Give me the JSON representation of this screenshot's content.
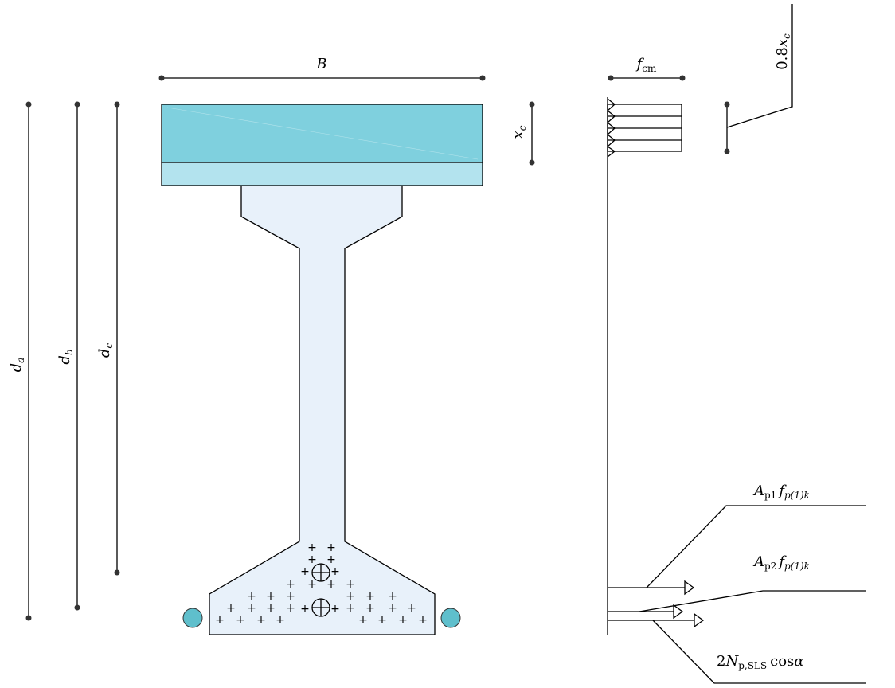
{
  "labels": {
    "B": "B",
    "d_a": "d",
    "d_a_sub": "a",
    "d_b": "d",
    "d_b_sub": "b",
    "d_c": "d",
    "d_c_sub": "c",
    "x_c": "x",
    "x_c_sub": "c",
    "f_cm": "f",
    "f_cm_sub": "cm",
    "x08_prefix": "0.8",
    "x08_var": "x",
    "x08_sub": "c",
    "Ap1_A": "A",
    "Ap1_sub_p1": "p1",
    "Ap1_f": "f",
    "Ap1_sub_fk": "p(1)k",
    "Ap2_A": "A",
    "Ap2_sub_p2": "p2",
    "Ap2_f": "f",
    "Ap2_sub_fk": "p(1)k",
    "Np_prefix": "2",
    "Np_N": "N",
    "Np_sub": "p,SLS",
    "Np_cos": "cos",
    "Np_alpha": "α"
  },
  "colors": {
    "slab_top": "#7fd0de",
    "slab_bottom": "#b3e3ee",
    "girder": "#e8f1fa",
    "support": "#5fbfcc"
  }
}
